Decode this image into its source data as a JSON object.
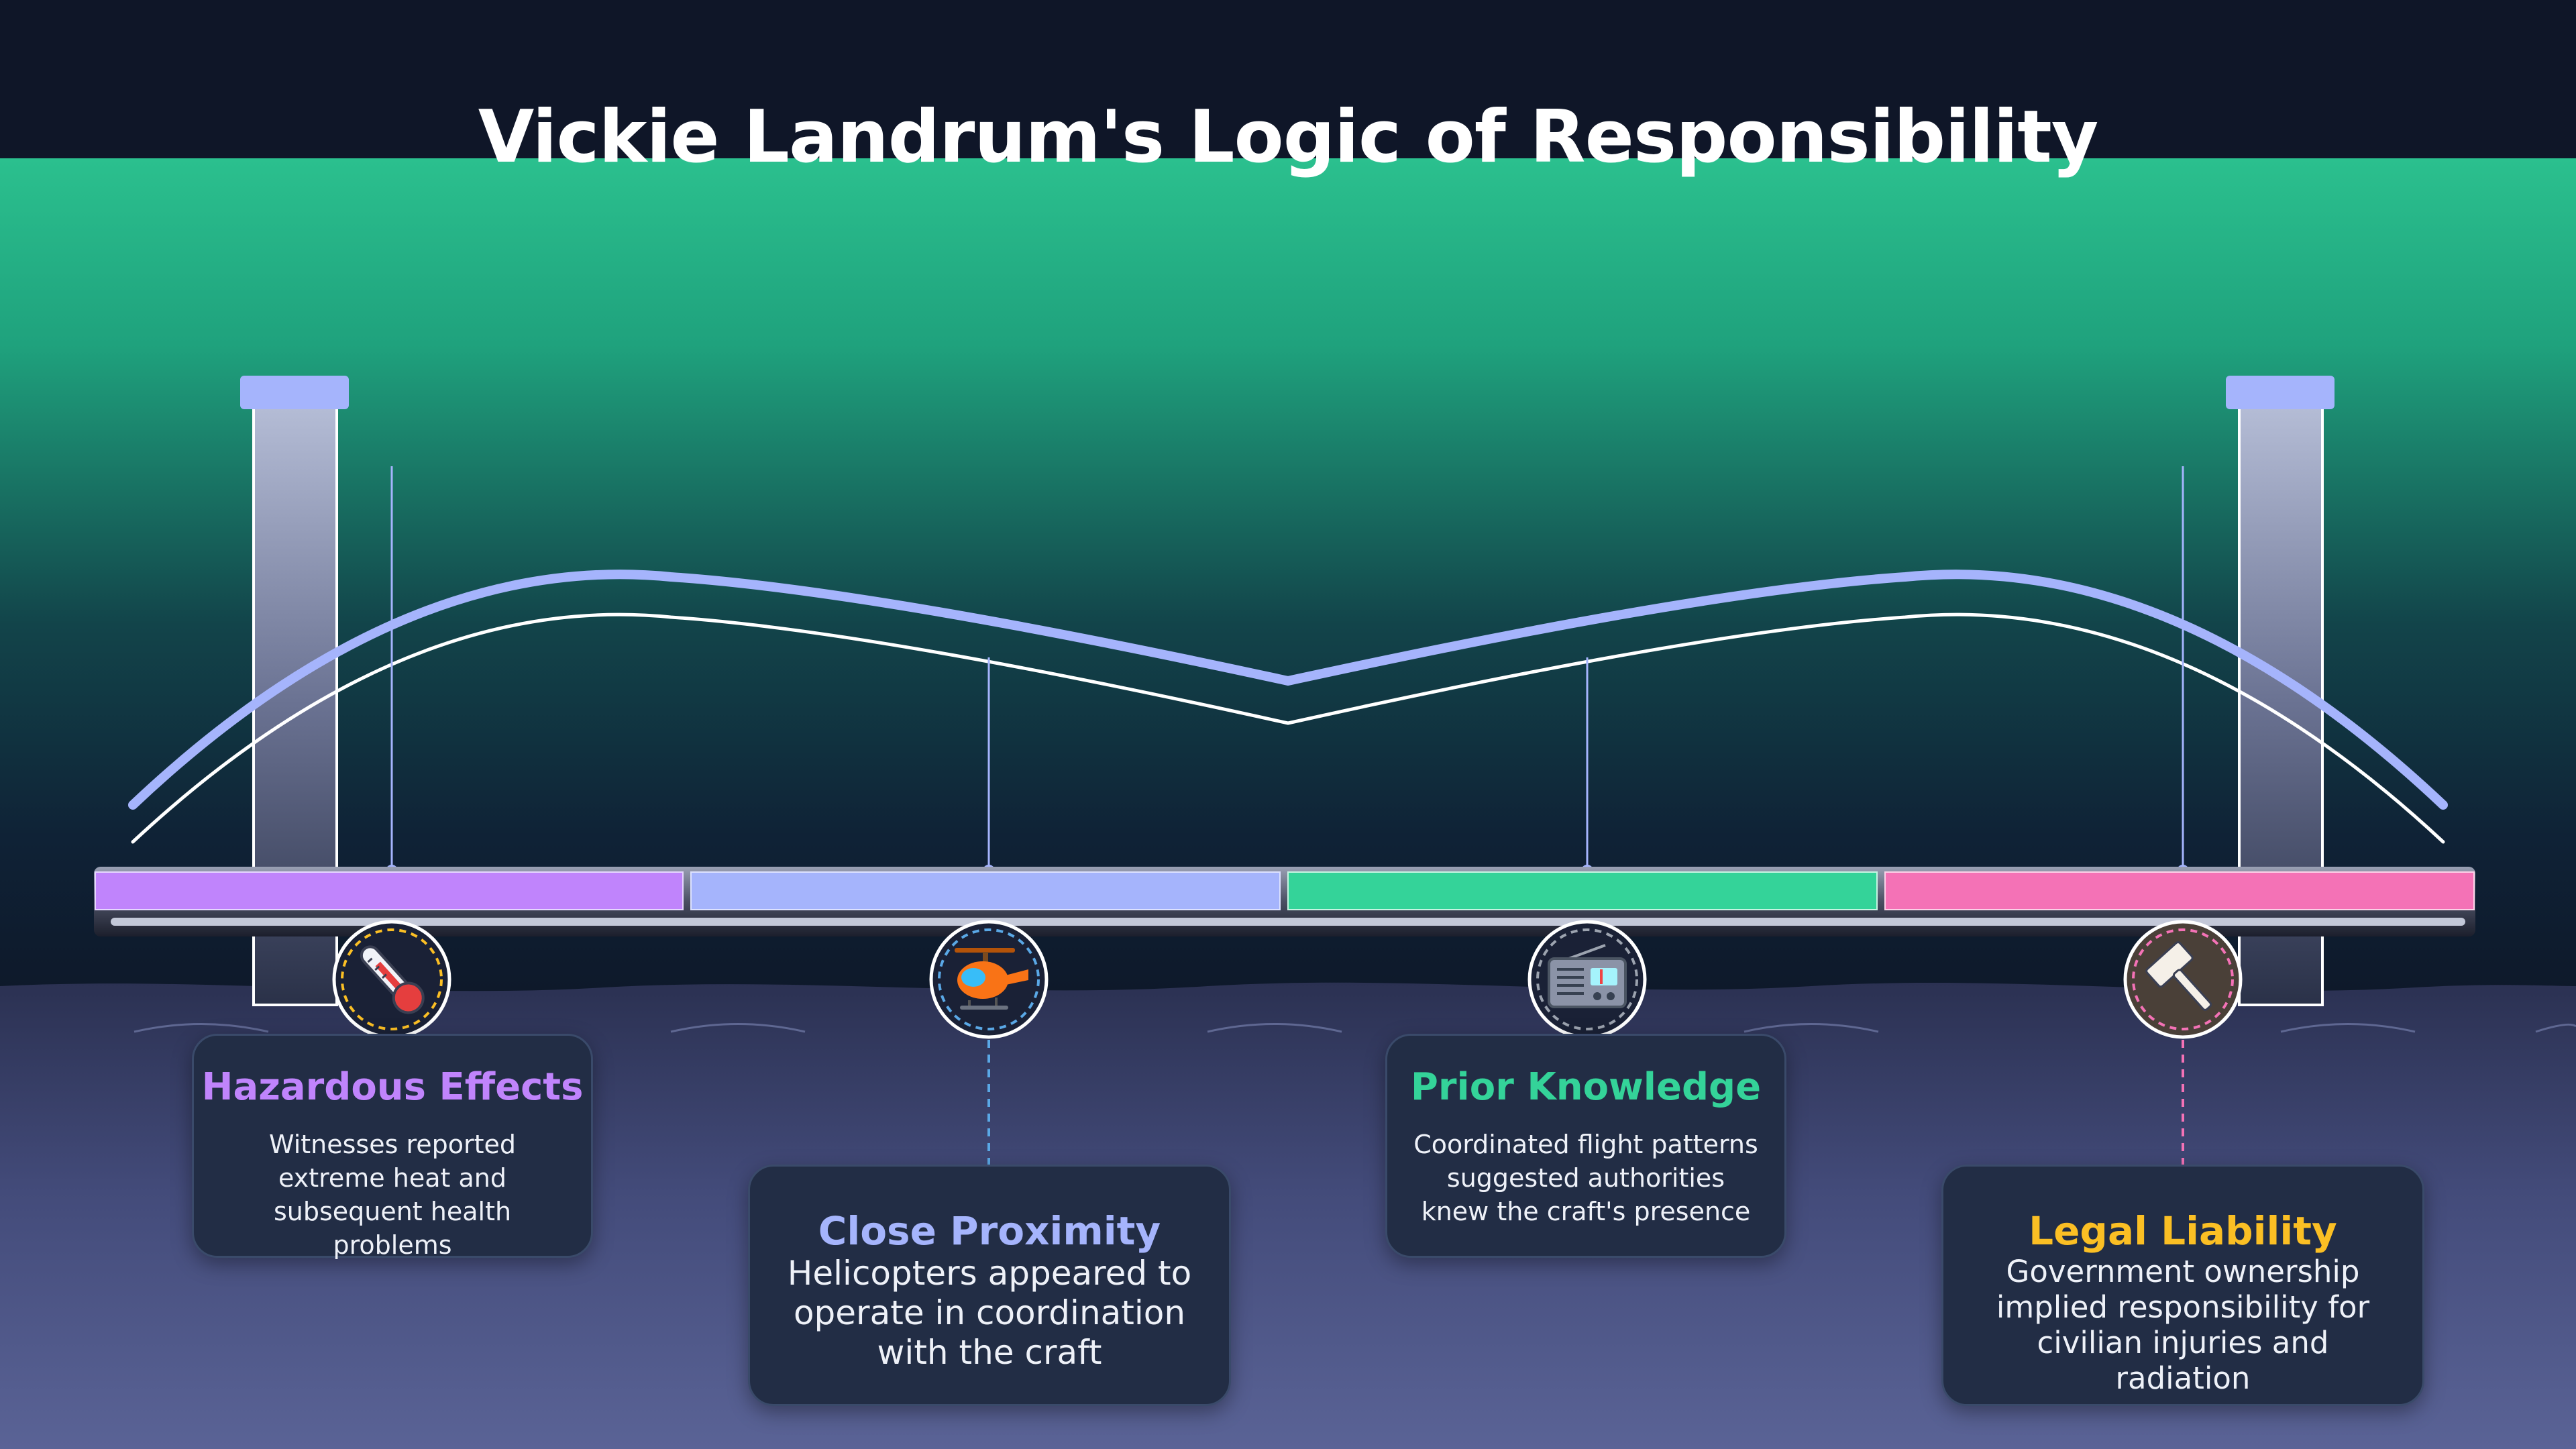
{
  "title": "Vickie Landrum's Logic of Responsibility",
  "colors": {
    "hazard": "#c084fc",
    "proximity": "#a5b4fc",
    "knowledge": "#34d399",
    "liability": "#f472b6",
    "liability_title": "#fbbf24"
  },
  "pillars": [
    {
      "title": "Hazardous Effects",
      "text": "Witnesses reported extreme heat and subsequent health problems",
      "icon": "thermometer-icon"
    },
    {
      "title": "Close Proximity",
      "text": "Helicopters appeared to operate in coordination with the craft",
      "icon": "helicopter-icon"
    },
    {
      "title": "Prior Knowledge",
      "text": "Coordinated flight patterns suggested authorities knew the craft's presence",
      "icon": "radio-icon"
    },
    {
      "title": "Legal Liability",
      "text": "Government ownership implied responsibility for civilian injuries and radiation",
      "icon": "gavel-icon"
    }
  ]
}
